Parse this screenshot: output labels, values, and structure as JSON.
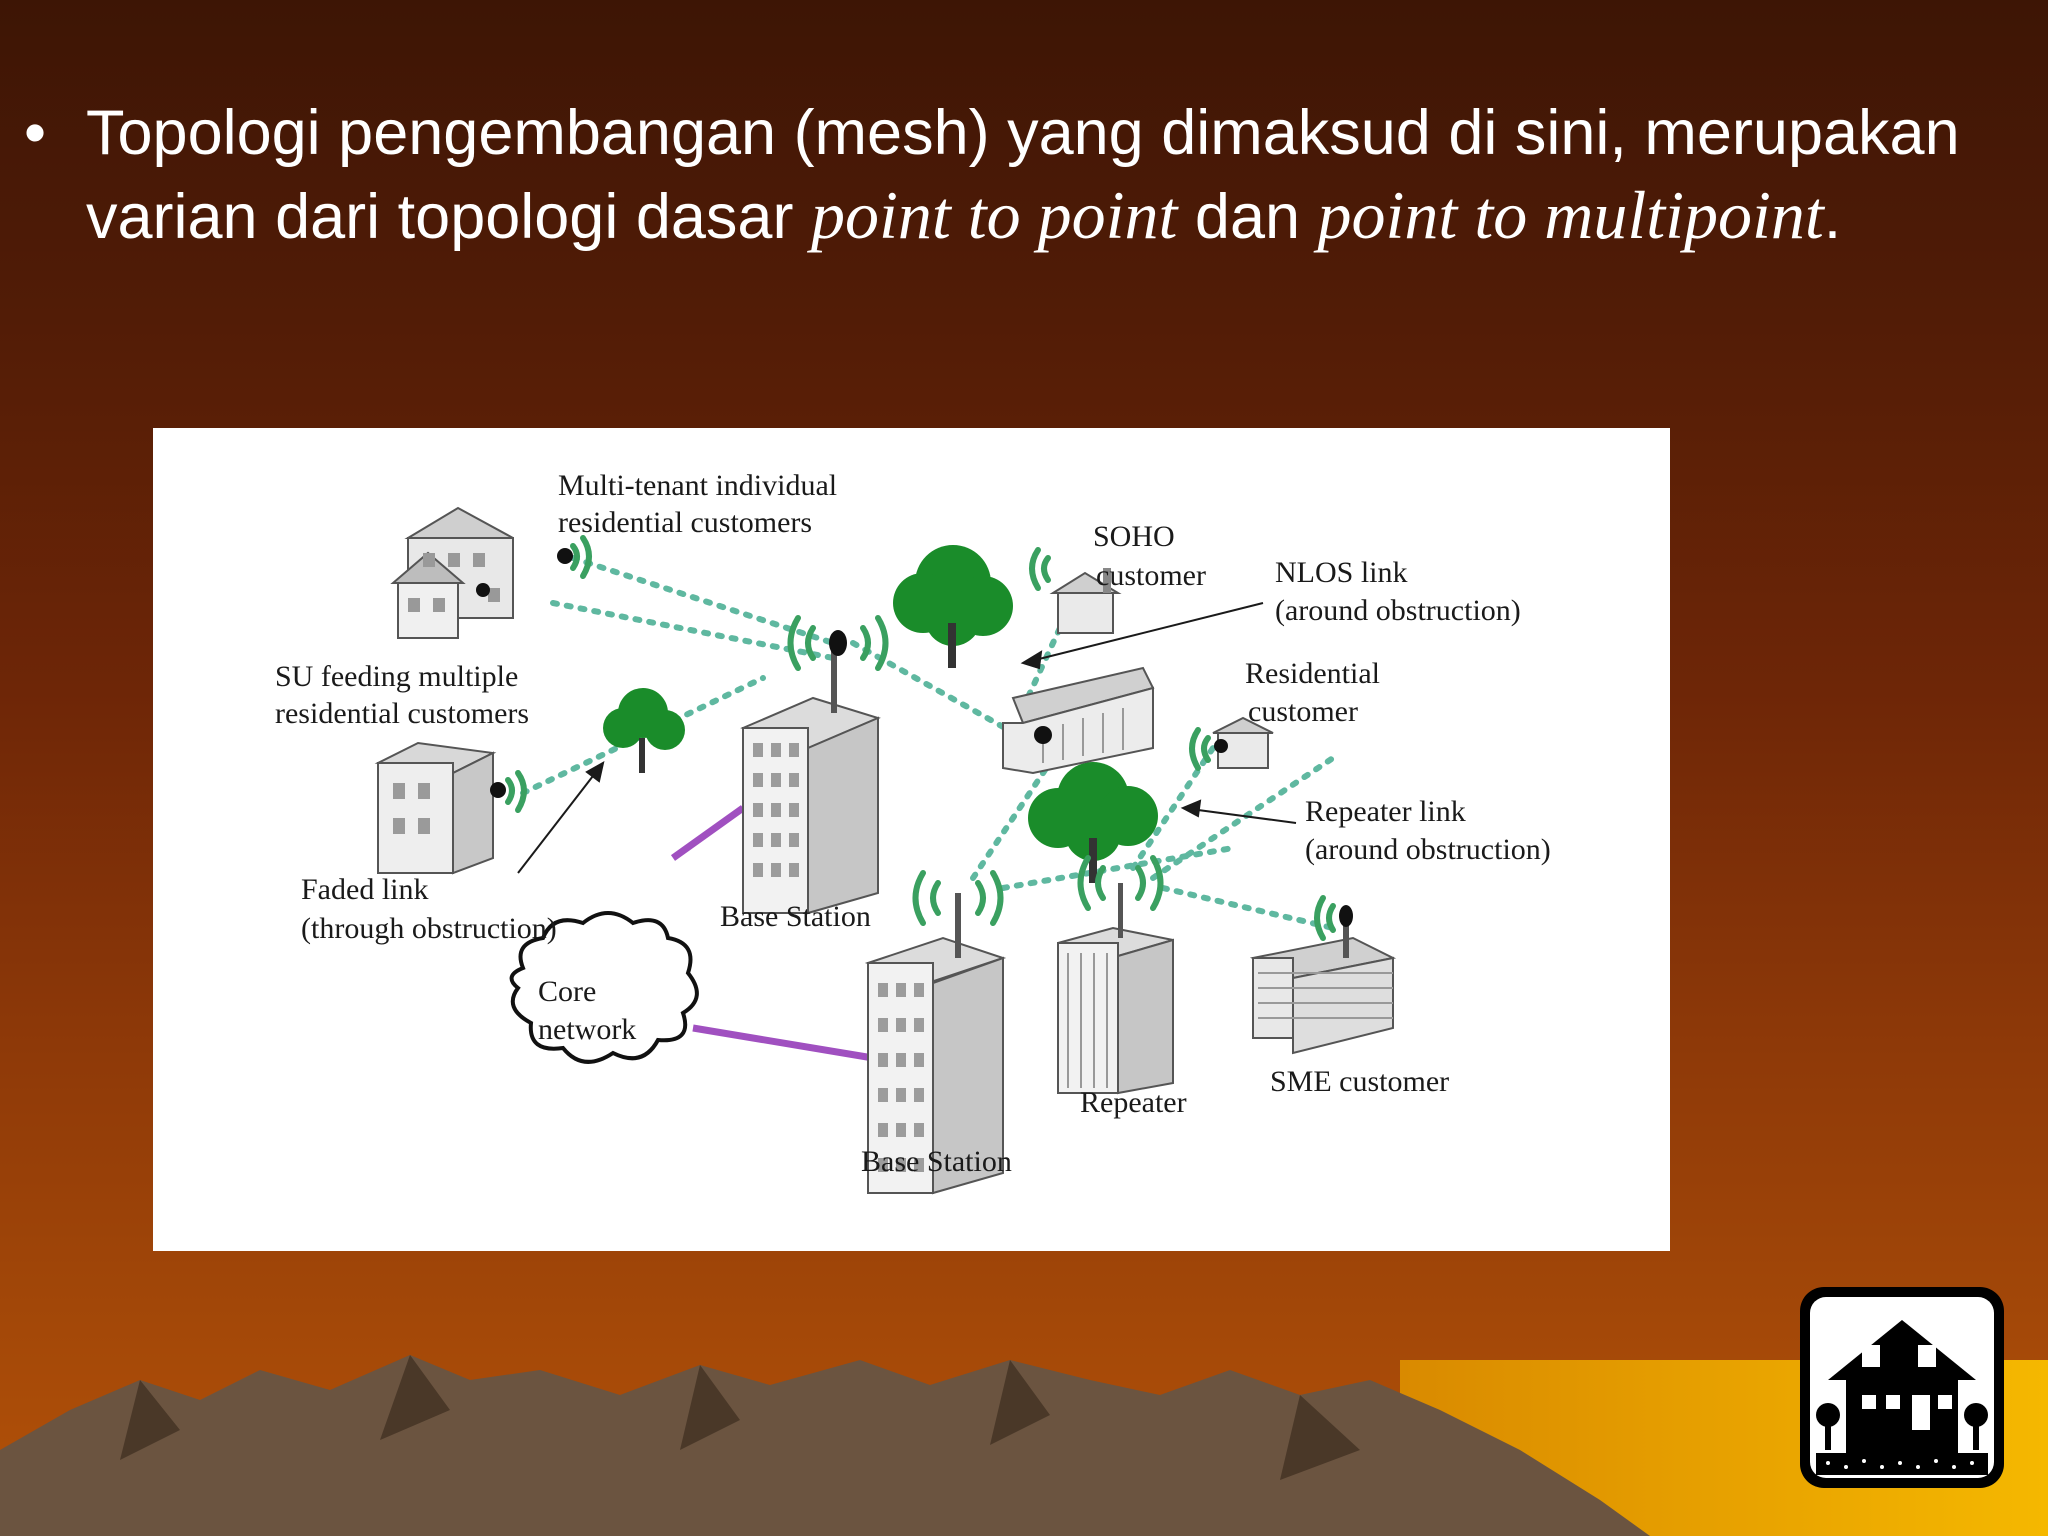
{
  "slide": {
    "bullet_symbol": "•",
    "bullet": {
      "part1": "Topologi pengembangan (mesh) yang dimaksud di sini, merupakan varian dari topologi dasar ",
      "italic1": "point to point",
      "part2": " dan ",
      "italic2": "point to multipoint",
      "part3": "."
    }
  },
  "diagram": {
    "labels": {
      "multitenant_line1": "Multi-tenant individual",
      "multitenant_line2": "residential customers",
      "soho_line1": "SOHO",
      "soho_line2": "customer",
      "nlos_line1": "NLOS link",
      "nlos_line2": "(around obstruction)",
      "su_line1": "SU feeding multiple",
      "su_line2": "residential customers",
      "residential_line1": "Residential",
      "residential_line2": "customer",
      "repeater_link_line1": "Repeater link",
      "repeater_link_line2": "(around obstruction)",
      "faded_line1": "Faded link",
      "faded_line2": "(through obstruction)",
      "base_station_top": "Base Station",
      "core_line1": "Core",
      "core_line2": "network",
      "repeater": "Repeater",
      "sme": "SME customer",
      "base_station_bottom": "Base Station"
    },
    "colors": {
      "link_dotted": "#5fb8a0",
      "backhaul": "#a050c0",
      "tree": "#1a8c2a",
      "signal": "#3aa060"
    }
  },
  "decor": {
    "mountain_color": "#6b5440",
    "sun_color": "#f5b800",
    "house_badge_icon": "house-icon"
  }
}
